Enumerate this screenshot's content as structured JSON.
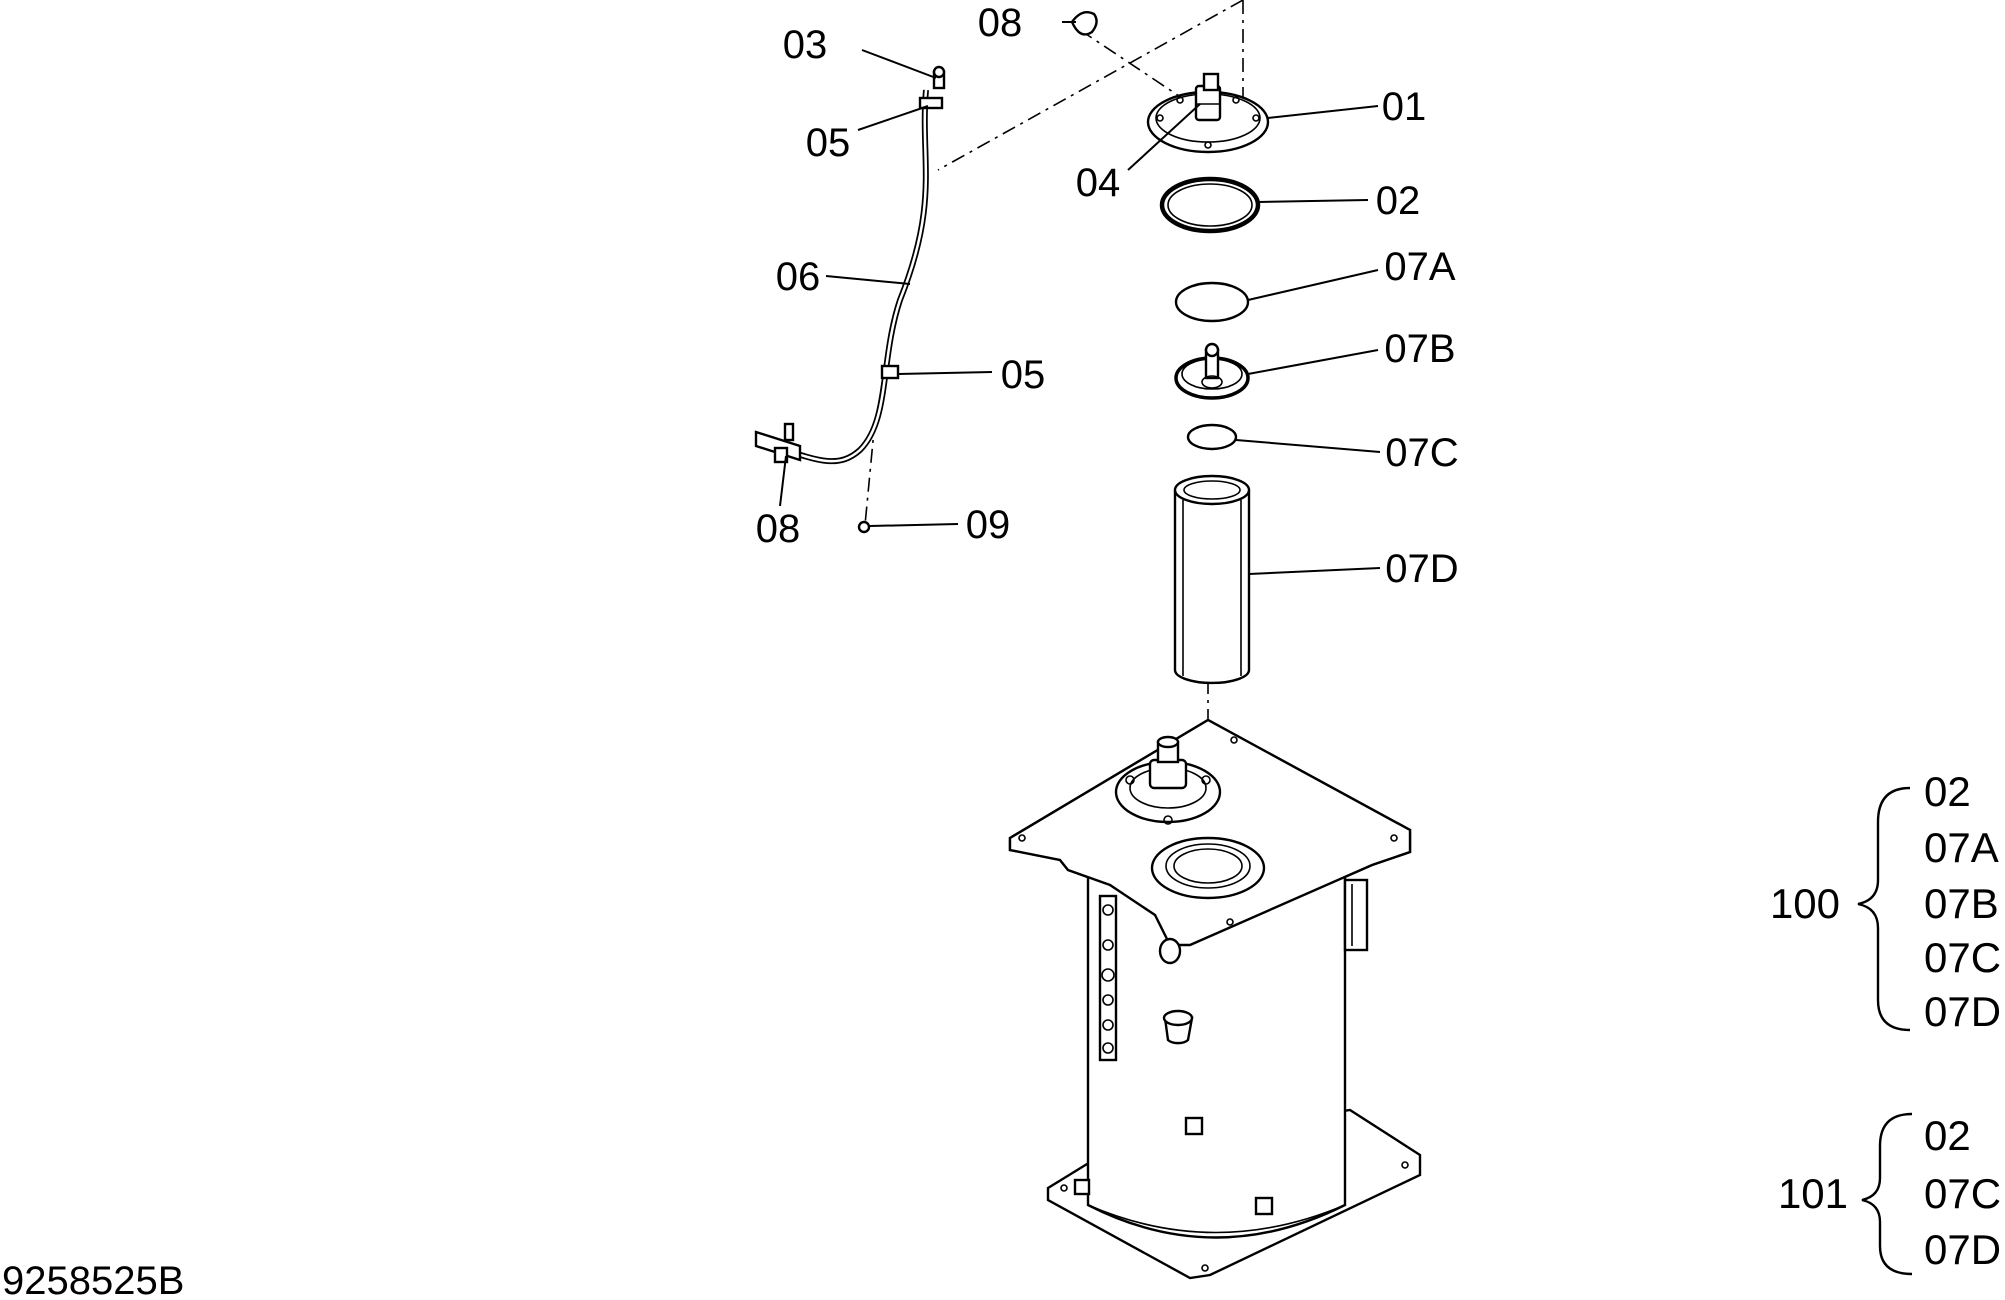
{
  "diagram": {
    "drawing_number": "9258525B",
    "callouts": {
      "c01": "01",
      "c02": "02",
      "c03": "03",
      "c04": "04",
      "c05_top": "05",
      "c05_mid": "05",
      "c06": "06",
      "c07a": "07A",
      "c07b": "07B",
      "c07c": "07C",
      "c07d": "07D",
      "c08_top": "08",
      "c08_low": "08",
      "c09": "09"
    },
    "kits": [
      {
        "id": "100",
        "items": [
          "02",
          "07A",
          "07B",
          "07C",
          "07D"
        ]
      },
      {
        "id": "101",
        "items": [
          "02",
          "07C",
          "07D"
        ]
      }
    ]
  }
}
